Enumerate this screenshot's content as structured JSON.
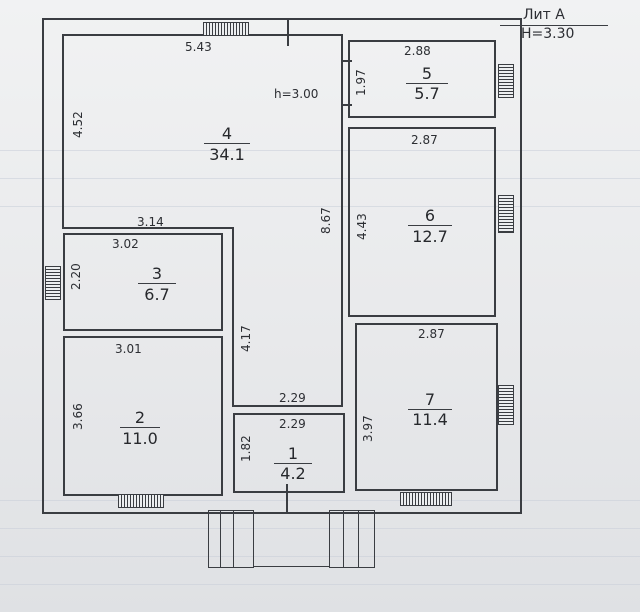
{
  "title": {
    "lit": "Лит А",
    "height": "H=3.30"
  },
  "ceiling_height": "h=3.00",
  "rooms": {
    "r1": {
      "number": "1",
      "area": "4.2",
      "width_top": "2.29",
      "side": "1.82"
    },
    "r2": {
      "number": "2",
      "area": "11.0",
      "width_top": "3.01",
      "side": "3.66"
    },
    "r3": {
      "number": "3",
      "area": "6.7",
      "width_top": "3.02",
      "side": "2.20"
    },
    "r4": {
      "number": "4",
      "area": "34.1",
      "width_top": "5.43",
      "side_left": "4.52",
      "step": "3.14",
      "side_right": "8.67",
      "inner": "4.17",
      "bottom": "2.29"
    },
    "r5": {
      "number": "5",
      "area": "5.7",
      "width_top": "2.88",
      "side": "1.97"
    },
    "r6": {
      "number": "6",
      "area": "12.7",
      "width_top": "2.87",
      "side": "4.43"
    },
    "r7": {
      "number": "7",
      "area": "11.4",
      "width_top": "2.87",
      "side": "3.97"
    }
  }
}
